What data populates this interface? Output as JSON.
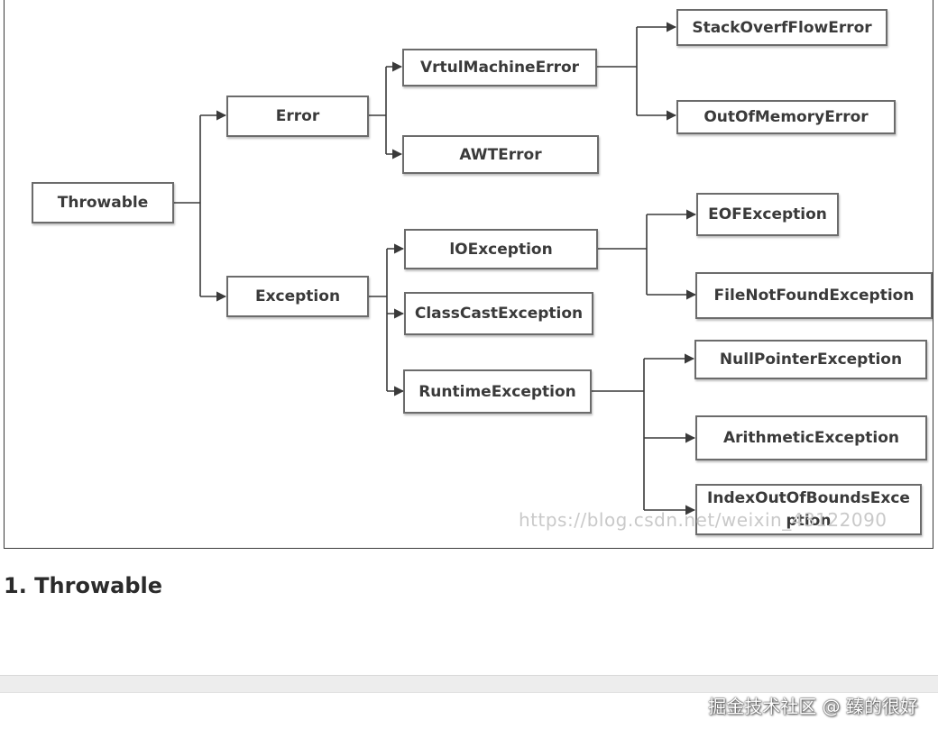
{
  "diagram": {
    "nodes": {
      "throwable": "Throwable",
      "error": "Error",
      "exception": "Exception",
      "virtual_machine_error": "VrtulMachineError",
      "awt_error": "AWTError",
      "stack_overflow_error": "StackOverfFlowError",
      "out_of_memory_error": "OutOfMemoryError",
      "io_exception": "lOException",
      "class_cast_exception": "ClassCastException",
      "runtime_exception": "RuntimeException",
      "eof_exception": "EOFException",
      "file_not_found_exception": "FileNotFoundException",
      "null_pointer_exception": "NullPointerException",
      "arithmetic_exception": "ArithmeticException",
      "index_out_of_bounds_exception": "IndexOutOfBoundsExce ption"
    },
    "watermark": "https://blog.csdn.net/weixin_43122090"
  },
  "heading": "1. Throwable",
  "footer": {
    "credit": "掘金技术社区 @ 臻的很好"
  },
  "colors": {
    "node_border": "#6b6b6b",
    "connector": "#3a3a3a",
    "credit_text": "#ffffff"
  }
}
